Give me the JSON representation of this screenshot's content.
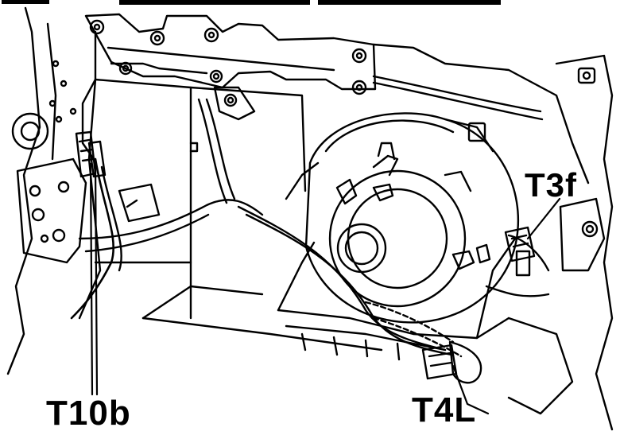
{
  "callouts": {
    "t3f": "T3f",
    "t10b": "T10b",
    "t4l": "T4L"
  },
  "colors": {
    "ink": "#000000",
    "paper": "#ffffff"
  }
}
